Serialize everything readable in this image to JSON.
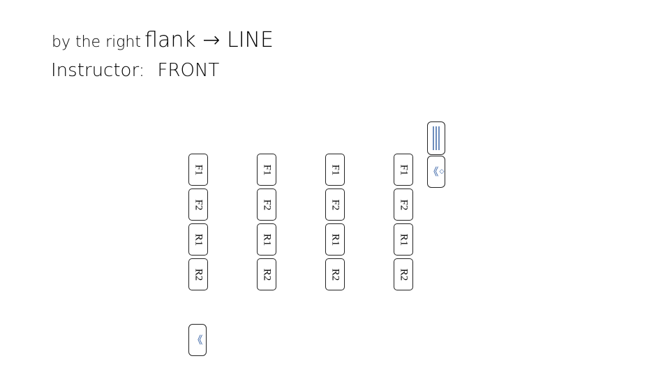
{
  "header": {
    "title_small": "by the right",
    "title_big": "flank → LINE",
    "subtitle_label": "Instructor:",
    "subtitle_value": "FRONT"
  },
  "formation": {
    "columns": [
      {
        "cells": [
          "F1",
          "F2",
          "R1",
          "R2"
        ]
      },
      {
        "cells": [
          "F1",
          "F2",
          "R1",
          "R2"
        ]
      },
      {
        "cells": [
          "F1",
          "F2",
          "R1",
          "R2"
        ]
      },
      {
        "cells": [
          "F1",
          "F2",
          "R1",
          "R2"
        ]
      }
    ]
  },
  "markers": {
    "flag_icon": "triple-line-icon",
    "guide_icon": "double-chevron-left-icon",
    "guide_diamond_icon": "diamond-icon",
    "rear_icon": "double-chevron-left-icon"
  },
  "colors": {
    "accent": "#2c5aa0",
    "outline": "#222222"
  }
}
